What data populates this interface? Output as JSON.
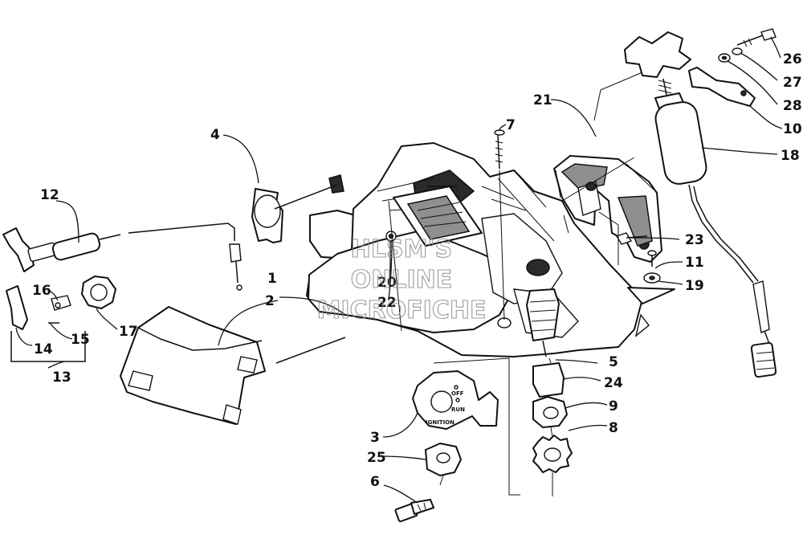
{
  "diagram": {
    "callouts": [
      {
        "id": "c1",
        "text": "1"
      },
      {
        "id": "c2",
        "text": "2"
      },
      {
        "id": "c3",
        "text": "3"
      },
      {
        "id": "c4",
        "text": "4"
      },
      {
        "id": "c5",
        "text": "5"
      },
      {
        "id": "c6",
        "text": "6"
      },
      {
        "id": "c7",
        "text": "7"
      },
      {
        "id": "c8",
        "text": "8"
      },
      {
        "id": "c9",
        "text": "9"
      },
      {
        "id": "c10",
        "text": "10"
      },
      {
        "id": "c11",
        "text": "11"
      },
      {
        "id": "c12",
        "text": "12"
      },
      {
        "id": "c13",
        "text": "13"
      },
      {
        "id": "c14",
        "text": "14"
      },
      {
        "id": "c15",
        "text": "15"
      },
      {
        "id": "c16",
        "text": "16"
      },
      {
        "id": "c17",
        "text": "17"
      },
      {
        "id": "c18",
        "text": "18"
      },
      {
        "id": "c19",
        "text": "19"
      },
      {
        "id": "c20",
        "text": "20"
      },
      {
        "id": "c21",
        "text": "21"
      },
      {
        "id": "c22",
        "text": "22"
      },
      {
        "id": "c23",
        "text": "23"
      },
      {
        "id": "c24",
        "text": "24"
      },
      {
        "id": "c25",
        "text": "25"
      },
      {
        "id": "c26",
        "text": "26"
      },
      {
        "id": "c27",
        "text": "27"
      },
      {
        "id": "c28",
        "text": "28"
      }
    ],
    "switch_labels": {
      "off": "OFF",
      "run": "RUN",
      "ignition": "IGNITION"
    },
    "watermark": {
      "line1": "HLSM'S",
      "line2": "ONLINE",
      "line3": "MICROFICHE"
    }
  }
}
